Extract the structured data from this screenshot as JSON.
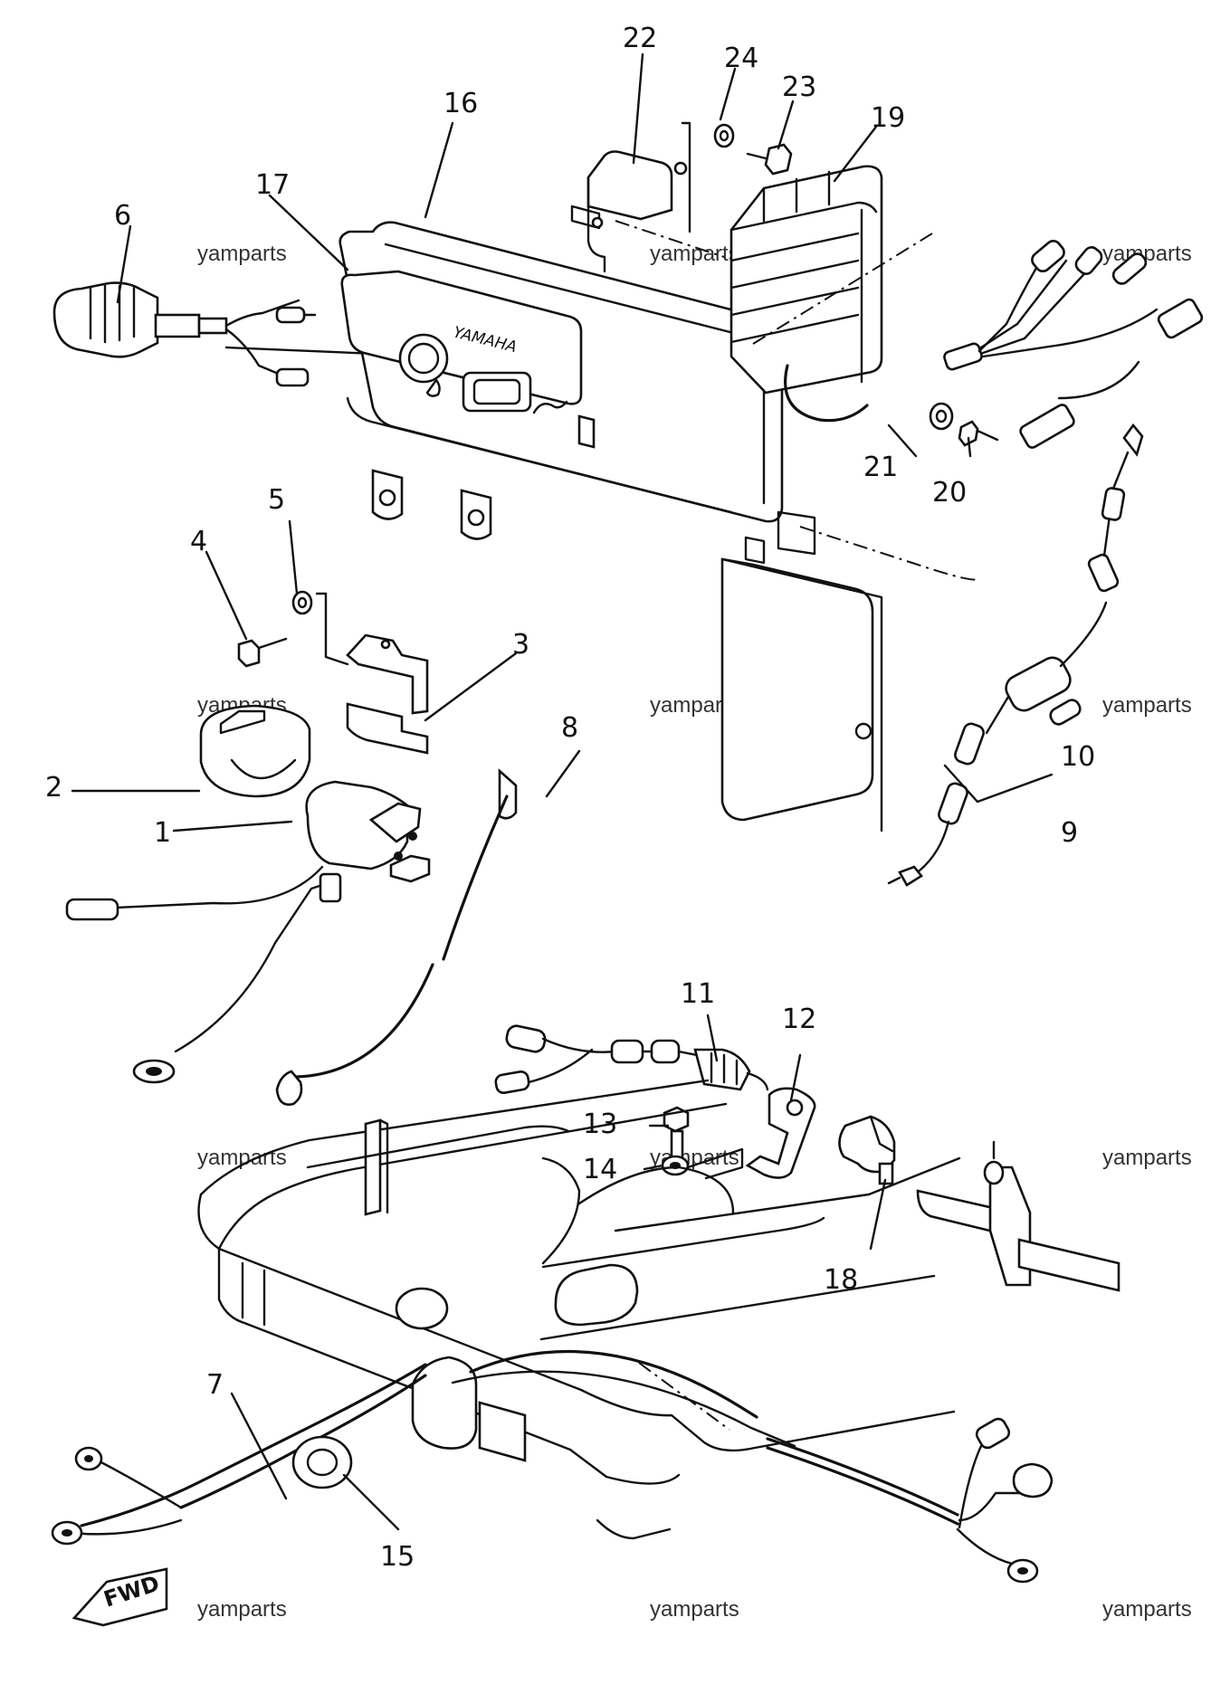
{
  "diagram": {
    "part_numbers": [
      "1",
      "2",
      "3",
      "4",
      "5",
      "6",
      "7",
      "8",
      "9",
      "10",
      "11",
      "12",
      "13",
      "14",
      "15",
      "16",
      "17",
      "18",
      "19",
      "20",
      "21",
      "22",
      "23",
      "24"
    ],
    "watermark": "yamparts",
    "panel_brand": "YAMAHA",
    "direction_tag": "FWD"
  }
}
